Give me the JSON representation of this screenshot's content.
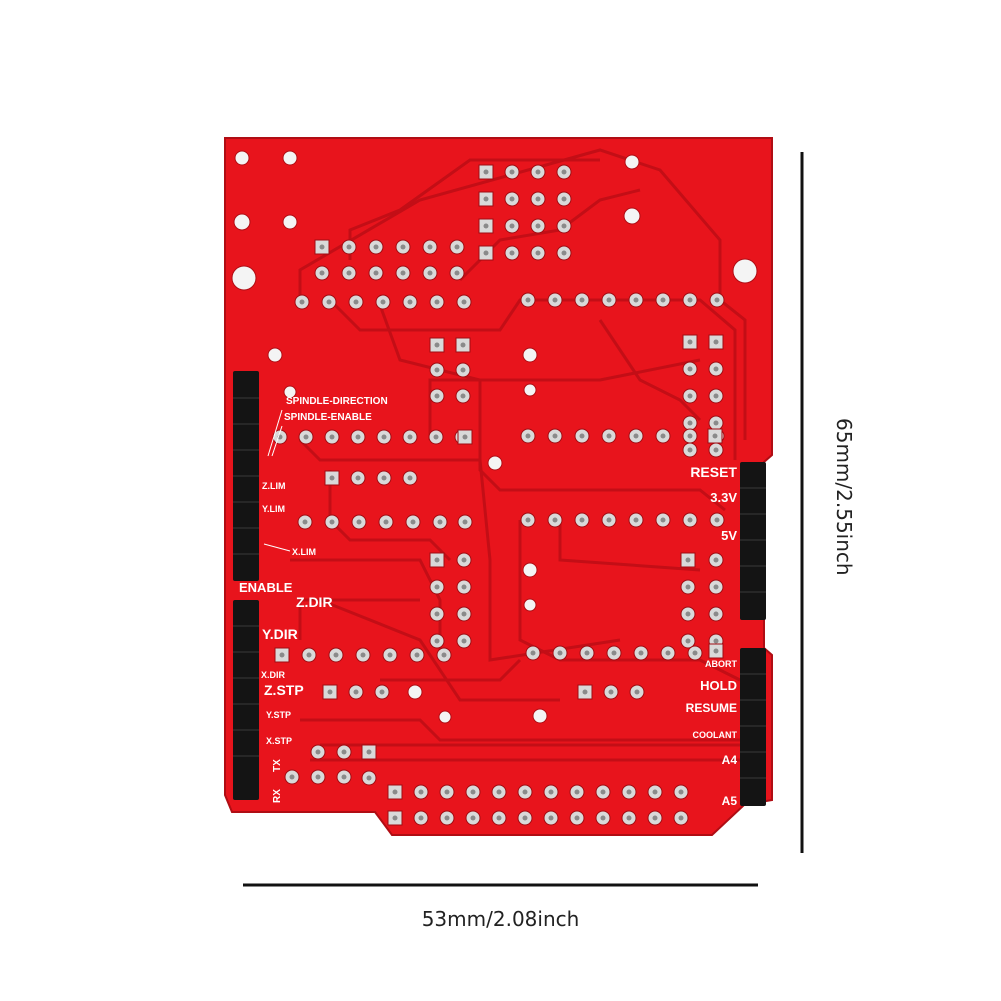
{
  "dimensions": {
    "width_label": "53mm/2.08inch",
    "height_label": "65mm/2.55inch"
  },
  "board": {
    "color": "#e8141c",
    "trace_color": "#c30e16",
    "left_labels": {
      "spindle_direction": "SPINDLE-DIRECTION",
      "spindle_enable": "SPINDLE-ENABLE",
      "z_lim": "Z.LIM",
      "y_lim": "Y.LIM",
      "x_lim": "X.LIM",
      "enable": "ENABLE",
      "z_dir": "Z.DIR",
      "y_dir": "Y.DIR",
      "x_dir": "X.DIR",
      "z_stp": "Z.STP",
      "y_stp": "Y.STP",
      "x_stp": "X.STP",
      "rx": "RX",
      "tx": "TX"
    },
    "right_labels": {
      "reset": "RESET",
      "v33": "3.3V",
      "v5": "5V",
      "abort": "ABORT",
      "hold": "HOLD",
      "resume": "RESUME",
      "coolant": "COOLANT",
      "a4": "A4",
      "a5": "A5"
    }
  }
}
